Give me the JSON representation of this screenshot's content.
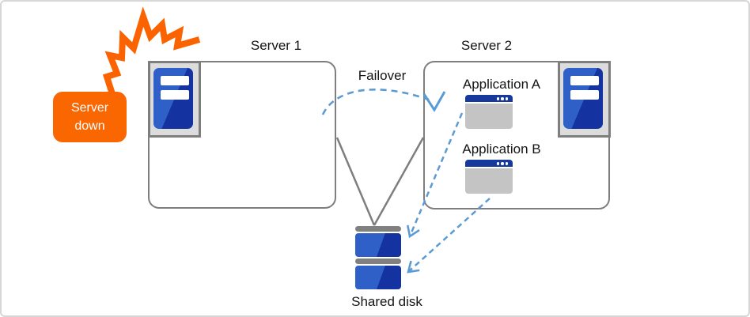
{
  "diagram": {
    "title_note": "High-availability failover cluster diagram",
    "server1": {
      "label": "Server 1"
    },
    "server2": {
      "label": "Server 2"
    },
    "failover_label": "Failover",
    "server_down": {
      "line1": "Server",
      "line2": "down"
    },
    "applications": [
      {
        "label": "Application A"
      },
      {
        "label": "Application B"
      }
    ],
    "shared_disk_label": "Shared disk",
    "icons": {
      "server_tower": "server-tower-icon (blue tower, two white slots)",
      "app_window": "app-window-icon (blue titlebar, three dots)",
      "shared_disk": "shared-disk-icon (two stacked blue drives)",
      "crash_burst": "crash-burst-icon (orange zigzag flash)"
    },
    "colors": {
      "accent_orange": "#fa6600",
      "burst_orange": "#fb6300",
      "line_gray": "#7e7e7e",
      "arrow_blue": "#5b9bd5",
      "server_blue_light": "#2e60c8",
      "server_blue_dark": "#1433a1",
      "titlebar_blue": "#16399b",
      "panel_gray": "#dcdcdc",
      "window_body_gray": "#c4c4c4"
    }
  }
}
